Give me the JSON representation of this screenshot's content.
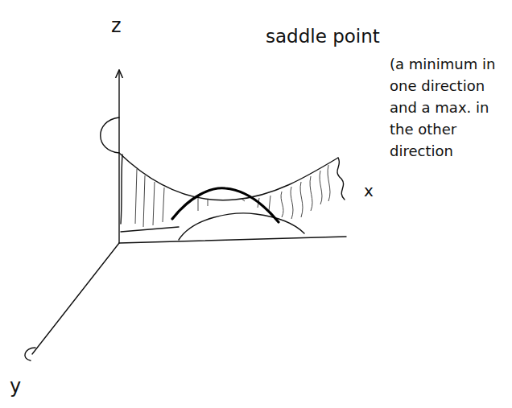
{
  "diagram": {
    "labels": [
      "z",
      "saddle point",
      "(a minimum in one direction and a max. in the other direction",
      "x",
      "y"
    ]
  }
}
